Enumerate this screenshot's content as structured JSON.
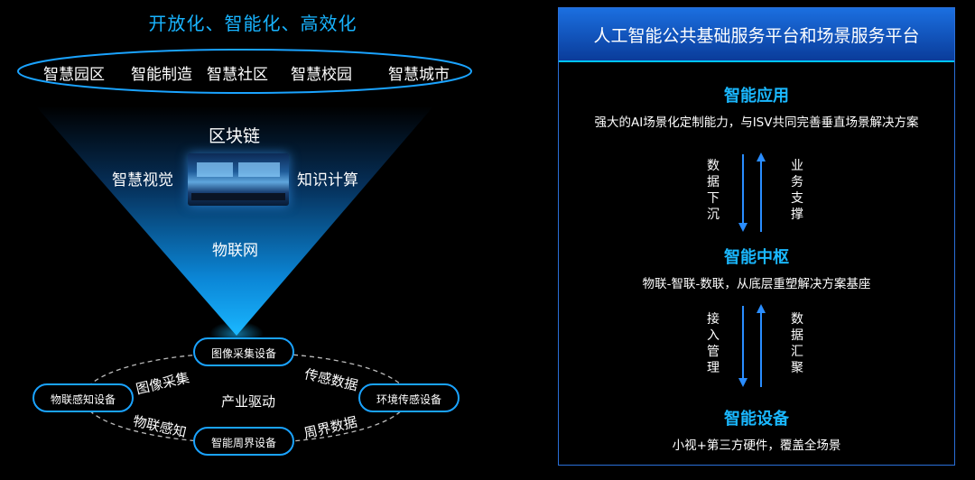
{
  "left": {
    "top_title": "开放化、智能化、高效化",
    "scenarios": [
      "智慧园区",
      "智能制造",
      "智慧社区",
      "智慧校园",
      "智慧城市"
    ],
    "funnel": {
      "blockchain": "区块链",
      "vision": "智慧视觉",
      "knowledge": "知识计算",
      "iot": "物联网"
    },
    "devices": {
      "image_capture": "图像采集设备",
      "iot_sensing": "物联感知设备",
      "env_sensing": "环境传感设备",
      "perimeter": "智能周界设备"
    },
    "ring_labels": {
      "image_capture": "图像采集",
      "sensor_data": "传感数据",
      "industry_drive": "产业驱动",
      "iot_perception": "物联感知",
      "perimeter_data": "周界数据"
    }
  },
  "right": {
    "header": "人工智能公共基础服务平台和场景服务平台",
    "layers": [
      {
        "title": "智能应用",
        "desc": "强大的AI场景化定制能力，与ISV共同完善垂直场景解决方案"
      },
      {
        "title": "智能中枢",
        "desc": "物联-智联-数联，从底层重塑解决方案基座"
      },
      {
        "title": "智能设备",
        "desc": "小视+第三方硬件，覆盖全场景"
      }
    ],
    "flows": [
      {
        "down": "数据下沉",
        "up": "业务支撑"
      },
      {
        "down": "接入管理",
        "up": "数据汇聚"
      }
    ]
  },
  "colors": {
    "accent": "#1ab8ff",
    "panel_border": "#2a6fd8",
    "header_bg": "#1562d6"
  }
}
